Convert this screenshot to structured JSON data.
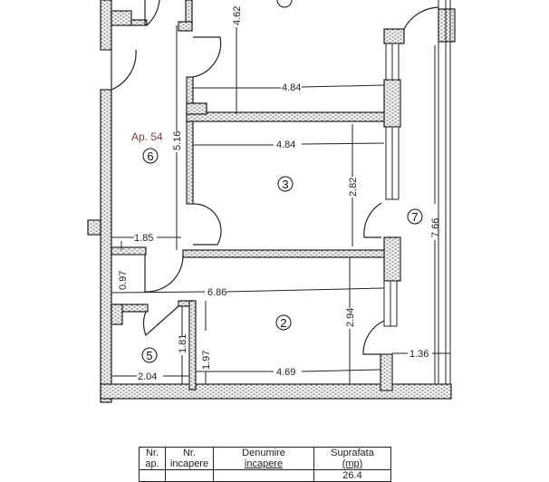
{
  "plan": {
    "apartment_label": "Ap. 54",
    "rooms": [
      {
        "id": "room-2",
        "number": "2"
      },
      {
        "id": "room-3",
        "number": "3"
      },
      {
        "id": "room-5",
        "number": "5"
      },
      {
        "id": "room-6",
        "number": "6"
      },
      {
        "id": "room-7",
        "number": "7"
      }
    ],
    "dimensions": {
      "d_462": "4.62",
      "d_484_top": "4.84",
      "d_516": "5.16",
      "d_484_mid": "4.84",
      "d_282": "2.82",
      "d_766": "7.66",
      "d_185": "1.85",
      "d_097": "0.97",
      "d_686": "6.86",
      "d_294": "2.94",
      "d_181": "1.81",
      "d_197": "1.97",
      "d_204": "2.04",
      "d_469": "4.69",
      "d_136": "1.36"
    }
  },
  "table": {
    "headers": [
      {
        "line1": "Nr.",
        "line2": "ap."
      },
      {
        "line1": "Nr.",
        "line2": "incapere"
      },
      {
        "line1": "Denumire",
        "line2": "incapere"
      },
      {
        "line1": "Suprafata",
        "line2": "(mp)"
      }
    ],
    "partial_row": [
      "",
      "",
      "",
      "26.4"
    ]
  },
  "colors": {
    "wall_fill": "#d9d9d9",
    "wall_stroke": "#222222",
    "apartment_label": "#8a3a3a"
  }
}
